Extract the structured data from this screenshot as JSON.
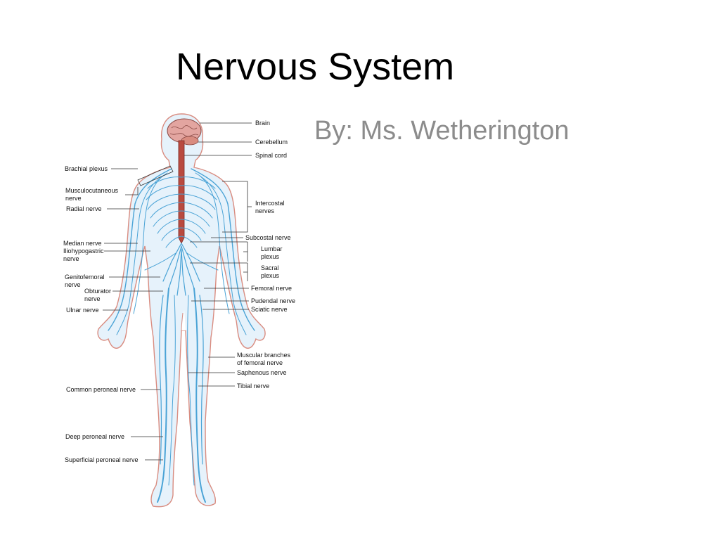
{
  "slide": {
    "title": "Nervous System",
    "subtitle": "By: Ms. Wetherington"
  },
  "diagram": {
    "colors": {
      "skin_outline": "#d98c80",
      "body_fill": "#e6f2fb",
      "nerve": "#4aa3d6",
      "spinal_cord": "#b94a3f",
      "brain": "#e3a5a0"
    },
    "labels_left": {
      "brachial_plexus": "Brachial plexus",
      "musculocutaneous_1": "Musculocutaneous",
      "musculocutaneous_2": "nerve",
      "radial": "Radial nerve",
      "median": "Median nerve",
      "iliohypogastric_1": "Iliohypogastric",
      "iliohypogastric_2": "nerve",
      "genitofemoral_1": "Genitofemoral",
      "genitofemoral_2": "nerve",
      "obturator_1": "Obturator",
      "obturator_2": "nerve",
      "ulnar": "Ulnar nerve",
      "common_peroneal": "Common peroneal nerve",
      "deep_peroneal": "Deep peroneal nerve",
      "superficial_peroneal": "Superficial peroneal nerve"
    },
    "labels_right": {
      "brain": "Brain",
      "cerebellum": "Cerebellum",
      "spinal_cord": "Spinal cord",
      "intercostal_1": "Intercostal",
      "intercostal_2": "nerves",
      "subcostal": "Subcostal nerve",
      "lumbar_1": "Lumbar",
      "lumbar_2": "plexus",
      "sacral_1": "Sacral",
      "sacral_2": "plexus",
      "femoral": "Femoral nerve",
      "pudendal": "Pudendal nerve",
      "sciatic": "Sciatic nerve",
      "muscular_1": "Muscular branches",
      "muscular_2": "of femoral nerve",
      "saphenous": "Saphenous nerve",
      "tibial": "Tibial nerve"
    }
  }
}
